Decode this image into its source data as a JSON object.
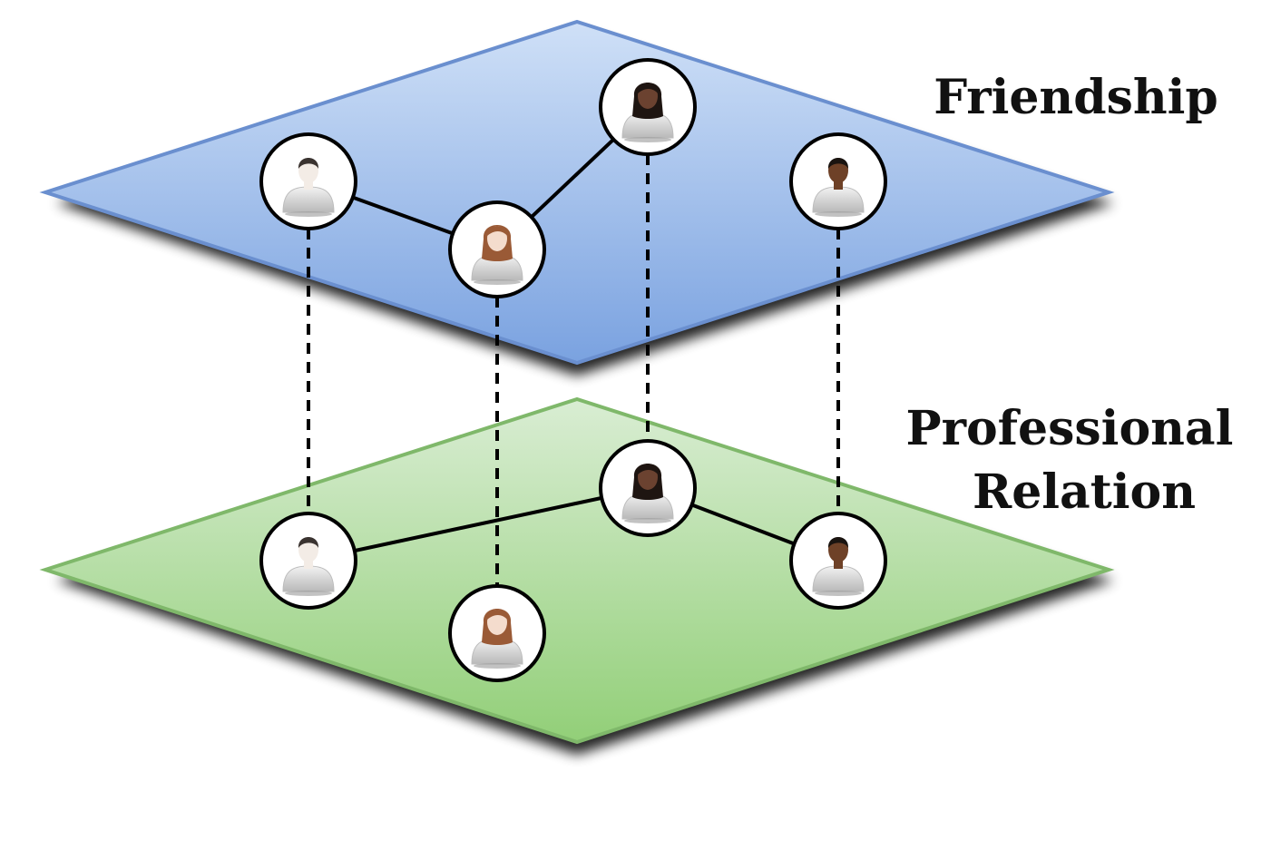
{
  "layers": [
    {
      "id": "friendship",
      "label_lines": [
        "Friendship"
      ],
      "top_color": "#cfe0f7",
      "bottom_color": "#7aa2e0",
      "edge_color": "#6a8fcf"
    },
    {
      "id": "professional",
      "label_lines": [
        "Professional",
        "Relation"
      ],
      "top_color": "#d9edd3",
      "bottom_color": "#92cf78",
      "edge_color": "#7fb86a"
    }
  ],
  "people": [
    {
      "id": "man-light",
      "skin": "#f3ece6",
      "hair": "#3a3330",
      "gender": "male"
    },
    {
      "id": "woman-light",
      "skin": "#f4dccd",
      "hair": "#9a5a36",
      "gender": "female"
    },
    {
      "id": "woman-dark",
      "skin": "#6b4230",
      "hair": "#1e1511",
      "gender": "female"
    },
    {
      "id": "man-dark",
      "skin": "#6e4127",
      "hair": "#1a1410",
      "gender": "male"
    }
  ],
  "edges": {
    "friendship": [
      [
        "man-light",
        "woman-light"
      ],
      [
        "woman-light",
        "woman-dark"
      ]
    ],
    "professional": [
      [
        "man-light",
        "woman-dark"
      ],
      [
        "woman-dark",
        "man-dark"
      ]
    ]
  },
  "interlayer_links": [
    "man-light",
    "woman-light",
    "woman-dark",
    "man-dark"
  ]
}
